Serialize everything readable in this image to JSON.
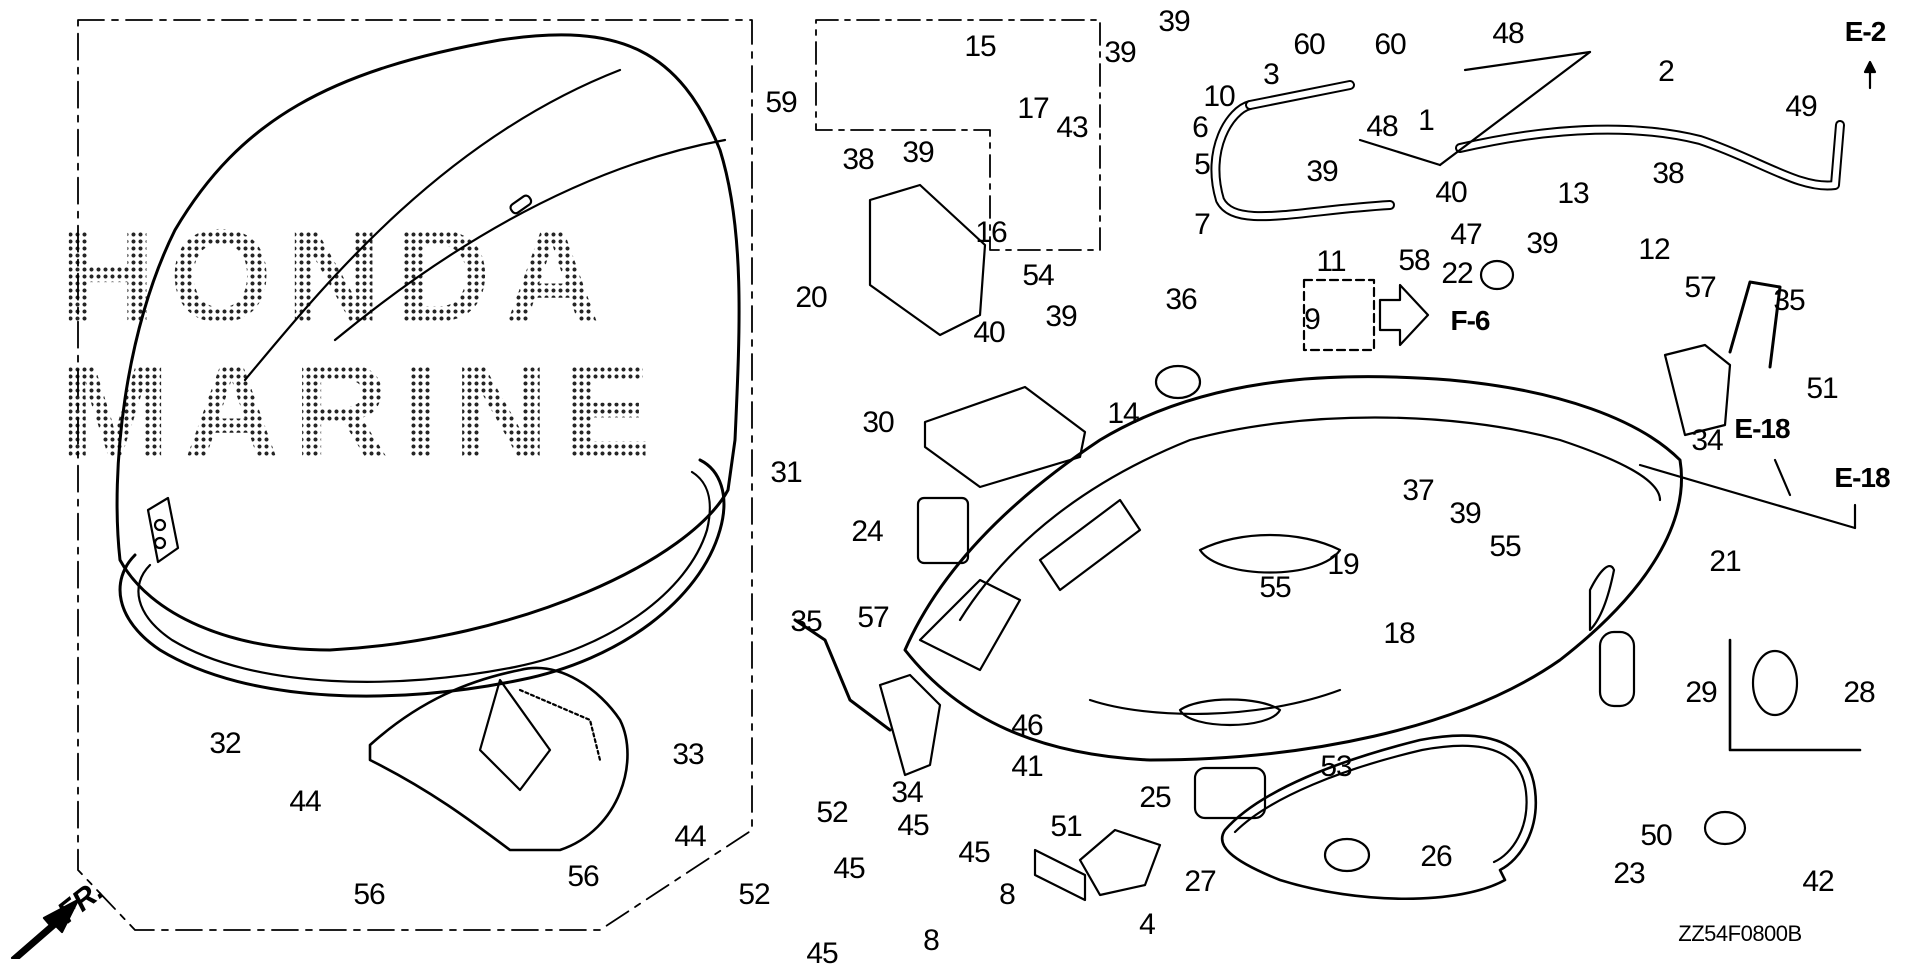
{
  "diagram": {
    "title": "Honda Marine engine cover parts diagram",
    "watermark": {
      "line1": "HONDA",
      "line2": "MARINE"
    },
    "drawing_code": "ZZ54F0800B",
    "direction_label": "FR.",
    "references": [
      {
        "id": "ref-e2",
        "text": "E-2"
      },
      {
        "id": "ref-f6",
        "text": "F-6"
      },
      {
        "id": "ref-e18-a",
        "text": "E-18"
      },
      {
        "id": "ref-e18-b",
        "text": "E-18"
      }
    ],
    "callouts": [
      {
        "id": "c-59",
        "part": "59"
      },
      {
        "id": "c-15",
        "part": "15"
      },
      {
        "id": "c-17",
        "part": "17"
      },
      {
        "id": "c-43",
        "part": "43"
      },
      {
        "id": "c-38-a",
        "part": "38"
      },
      {
        "id": "c-39-a",
        "part": "39"
      },
      {
        "id": "c-16",
        "part": "16"
      },
      {
        "id": "c-20",
        "part": "20"
      },
      {
        "id": "c-39-b",
        "part": "39"
      },
      {
        "id": "c-39-c",
        "part": "39"
      },
      {
        "id": "c-10",
        "part": "10"
      },
      {
        "id": "c-6",
        "part": "6"
      },
      {
        "id": "c-5",
        "part": "5"
      },
      {
        "id": "c-7",
        "part": "7"
      },
      {
        "id": "c-60-a",
        "part": "60"
      },
      {
        "id": "c-60-b",
        "part": "60"
      },
      {
        "id": "c-48-a",
        "part": "48"
      },
      {
        "id": "c-48-b",
        "part": "48"
      },
      {
        "id": "c-3",
        "part": "3"
      },
      {
        "id": "c-1",
        "part": "1"
      },
      {
        "id": "c-2",
        "part": "2"
      },
      {
        "id": "c-49",
        "part": "49"
      },
      {
        "id": "c-39-d",
        "part": "39"
      },
      {
        "id": "c-40-a",
        "part": "40"
      },
      {
        "id": "c-47",
        "part": "47"
      },
      {
        "id": "c-22",
        "part": "22"
      },
      {
        "id": "c-13",
        "part": "13"
      },
      {
        "id": "c-38-b",
        "part": "38"
      },
      {
        "id": "c-12",
        "part": "12"
      },
      {
        "id": "c-39-e",
        "part": "39"
      },
      {
        "id": "c-57-a",
        "part": "57"
      },
      {
        "id": "c-35-a",
        "part": "35"
      },
      {
        "id": "c-11",
        "part": "11"
      },
      {
        "id": "c-58",
        "part": "58"
      },
      {
        "id": "c-9",
        "part": "9"
      },
      {
        "id": "c-54",
        "part": "54"
      },
      {
        "id": "c-39-f",
        "part": "39"
      },
      {
        "id": "c-40-b",
        "part": "40"
      },
      {
        "id": "c-36",
        "part": "36"
      },
      {
        "id": "c-14",
        "part": "14"
      },
      {
        "id": "c-30",
        "part": "30"
      },
      {
        "id": "c-51-a",
        "part": "51"
      },
      {
        "id": "c-34-a",
        "part": "34"
      },
      {
        "id": "c-31",
        "part": "31"
      },
      {
        "id": "c-24",
        "part": "24"
      },
      {
        "id": "c-37",
        "part": "37"
      },
      {
        "id": "c-39-g",
        "part": "39"
      },
      {
        "id": "c-55-a",
        "part": "55"
      },
      {
        "id": "c-55-b",
        "part": "55"
      },
      {
        "id": "c-19",
        "part": "19"
      },
      {
        "id": "c-18",
        "part": "18"
      },
      {
        "id": "c-21",
        "part": "21"
      },
      {
        "id": "c-35-b",
        "part": "35"
      },
      {
        "id": "c-57-b",
        "part": "57"
      },
      {
        "id": "c-46",
        "part": "46"
      },
      {
        "id": "c-41",
        "part": "41"
      },
      {
        "id": "c-34-b",
        "part": "34"
      },
      {
        "id": "c-51-b",
        "part": "51"
      },
      {
        "id": "c-29",
        "part": "29"
      },
      {
        "id": "c-28",
        "part": "28"
      },
      {
        "id": "c-32",
        "part": "32"
      },
      {
        "id": "c-33",
        "part": "33"
      },
      {
        "id": "c-44-a",
        "part": "44"
      },
      {
        "id": "c-44-b",
        "part": "44"
      },
      {
        "id": "c-56-a",
        "part": "56"
      },
      {
        "id": "c-56-b",
        "part": "56"
      },
      {
        "id": "c-53",
        "part": "53"
      },
      {
        "id": "c-25",
        "part": "25"
      },
      {
        "id": "c-26",
        "part": "26"
      },
      {
        "id": "c-27",
        "part": "27"
      },
      {
        "id": "c-23",
        "part": "23"
      },
      {
        "id": "c-52-a",
        "part": "52"
      },
      {
        "id": "c-52-b",
        "part": "52"
      },
      {
        "id": "c-45-a",
        "part": "45"
      },
      {
        "id": "c-45-b",
        "part": "45"
      },
      {
        "id": "c-45-c",
        "part": "45"
      },
      {
        "id": "c-45-d",
        "part": "45"
      },
      {
        "id": "c-8-a",
        "part": "8"
      },
      {
        "id": "c-8-b",
        "part": "8"
      },
      {
        "id": "c-4",
        "part": "4"
      },
      {
        "id": "c-50",
        "part": "50"
      },
      {
        "id": "c-42",
        "part": "42"
      }
    ]
  }
}
